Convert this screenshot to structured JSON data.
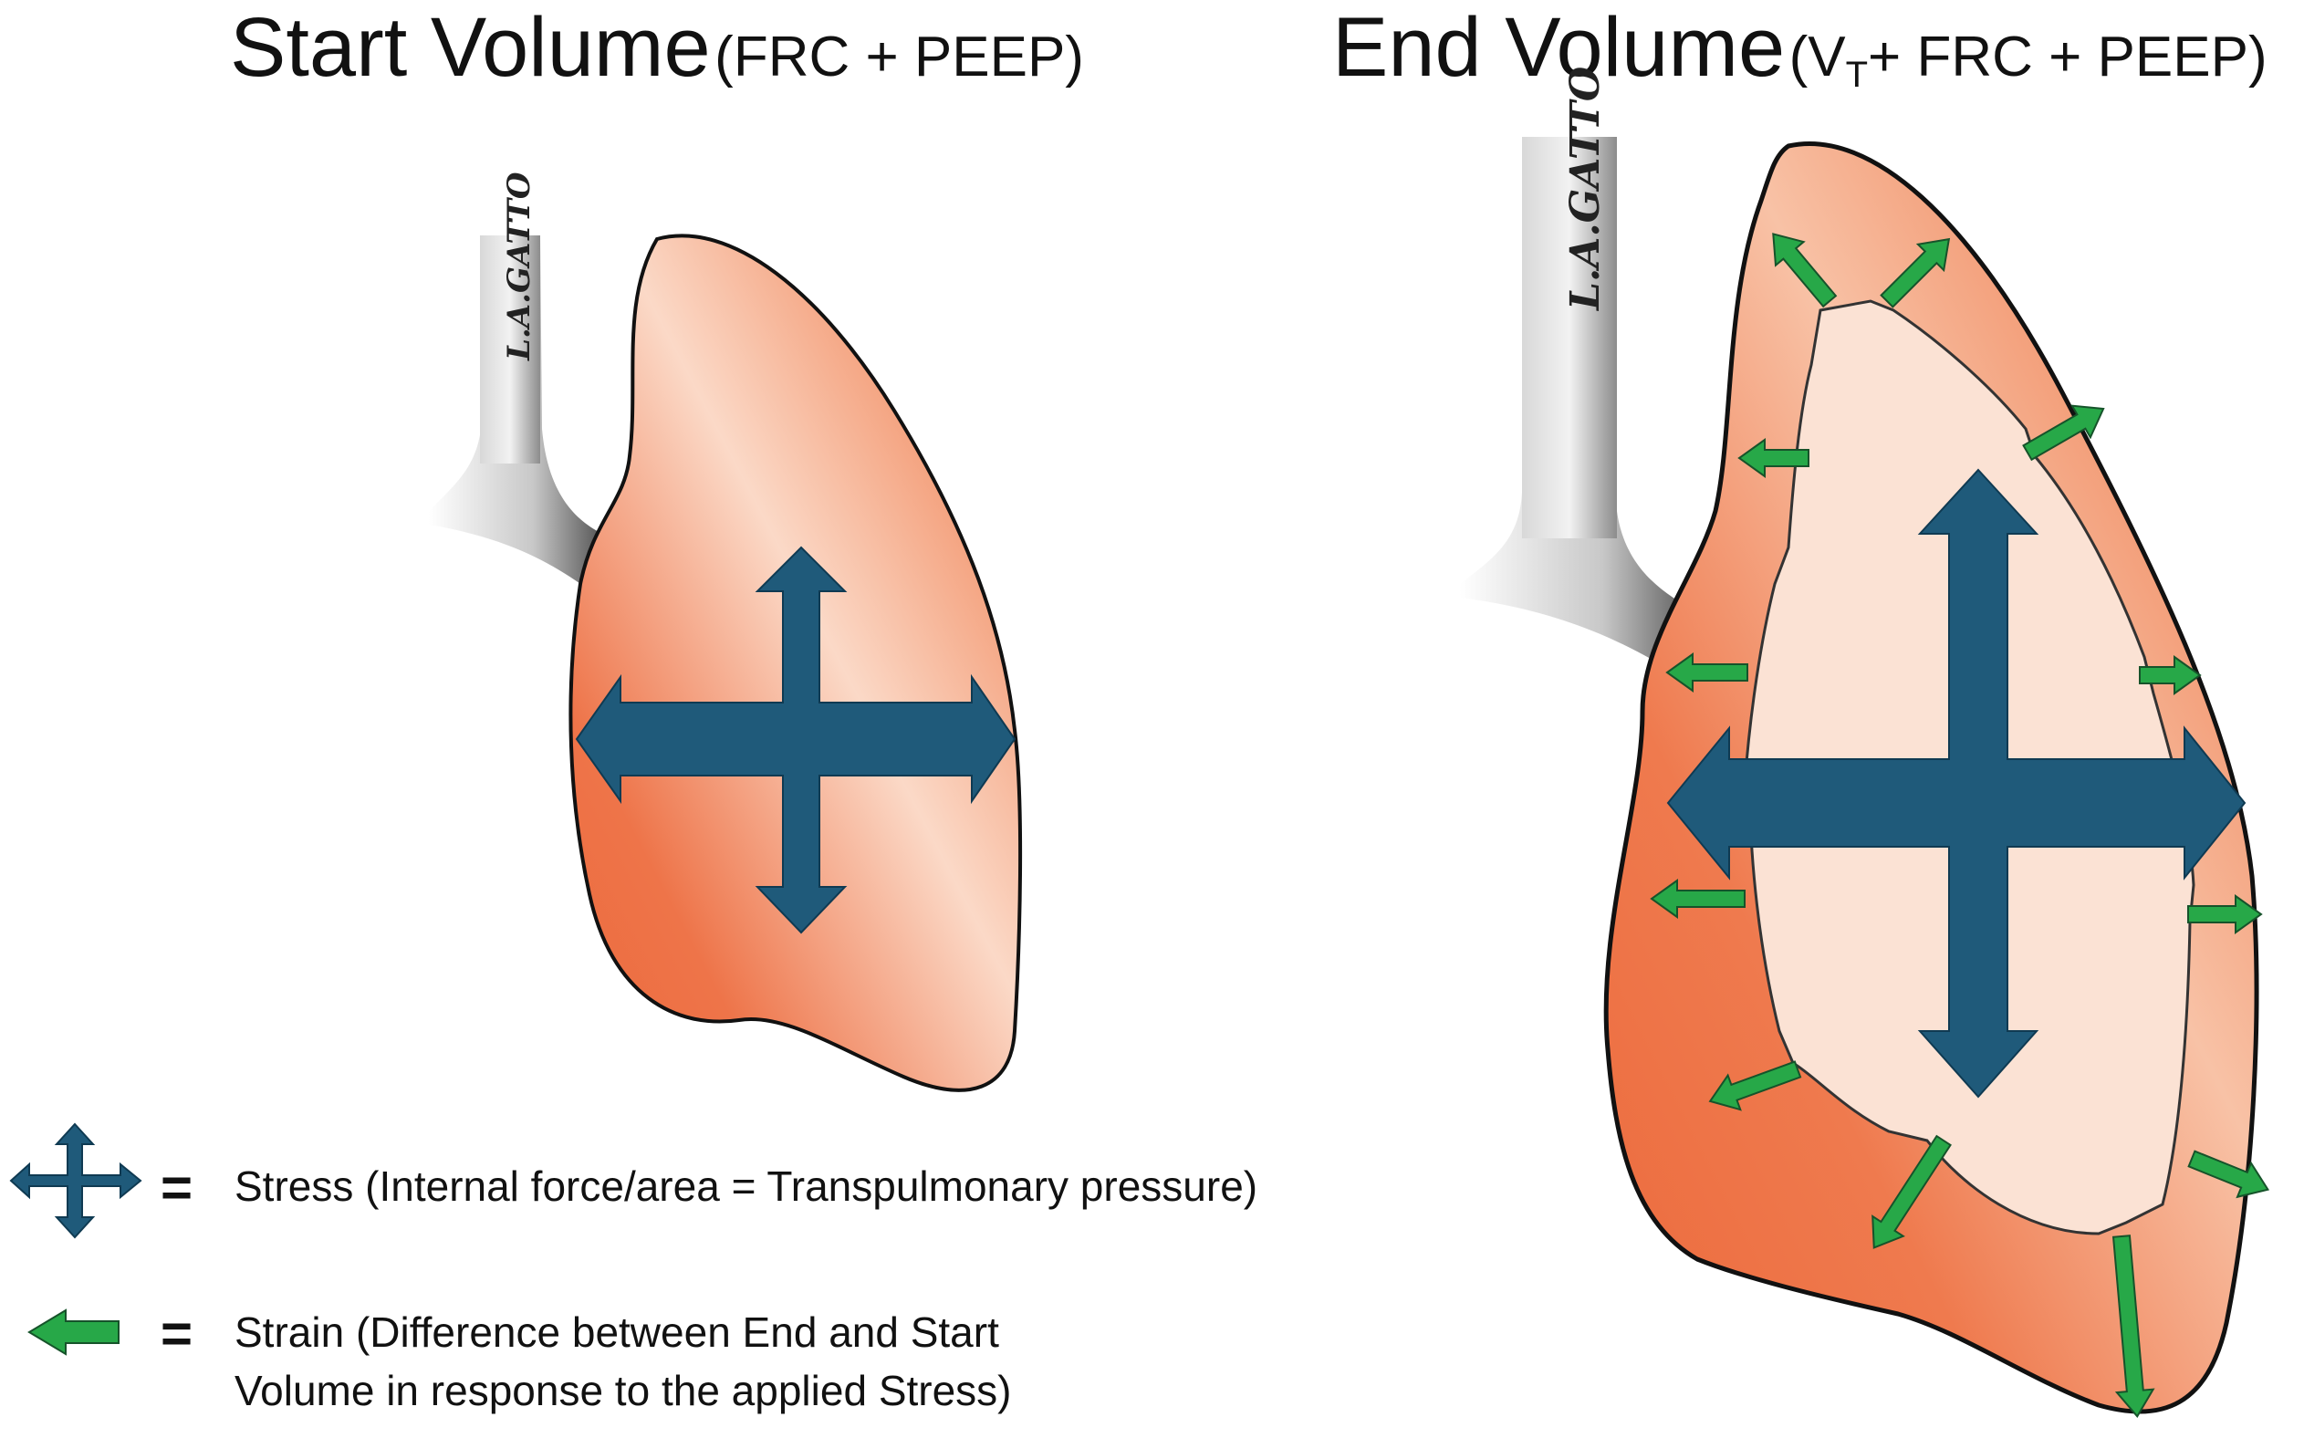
{
  "titles": {
    "start": {
      "main": "Start Volume",
      "detail": "(FRC + PEEP)"
    },
    "end": {
      "main": "End Volume",
      "detail_open": "(V",
      "detail_sub": "T",
      "detail_rest": "+ FRC + PEEP)"
    }
  },
  "signature": "L.A.GATTO",
  "legend": {
    "stress": {
      "equals": "=",
      "text": "Stress (Internal force/area = Transpulmonary pressure)"
    },
    "strain": {
      "equals": "=",
      "line1": "Strain (Difference between End and Start",
      "line2": "Volume in response to the applied Stress)"
    }
  },
  "colors": {
    "lung": "#ec6a3c",
    "lung_highlight": "#fbd9c7",
    "inner_region": "#fbe2d4",
    "stress_arrow": "#1f5a7a",
    "strain_arrow": "#27a848",
    "airway": "#9a9a9a"
  }
}
